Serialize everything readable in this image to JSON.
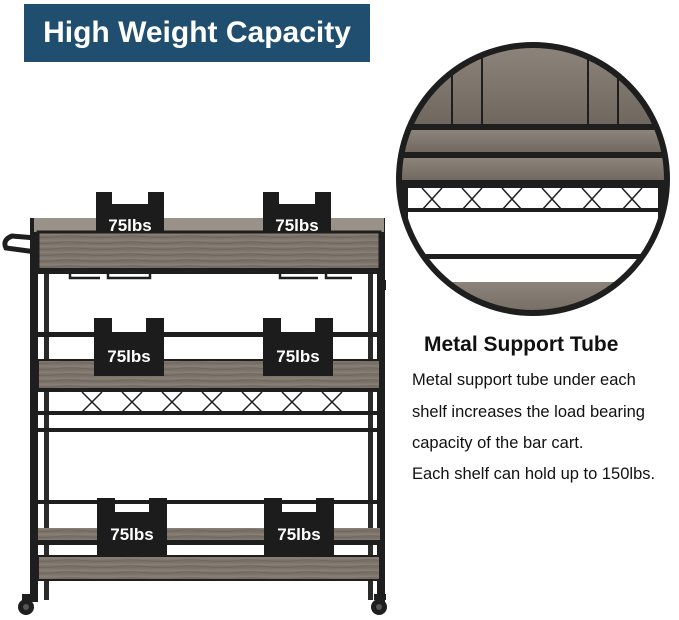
{
  "banner": {
    "title": "High Weight Capacity"
  },
  "weights": {
    "label": "75lbs"
  },
  "feature": {
    "title": "Metal Support Tube",
    "lines": [
      "Metal support tube under each",
      "shelf increases the load bearing",
      "capacity of the bar cart.",
      "Each shelf can hold up to 150lbs."
    ]
  },
  "colors": {
    "banner": "#1f4e6e",
    "frame": "#1e1e1e",
    "wood": "#7d756c"
  }
}
